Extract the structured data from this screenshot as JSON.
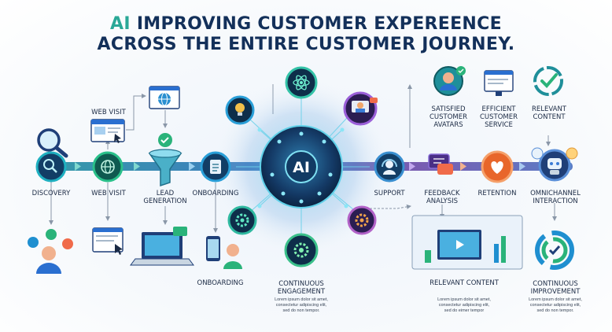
{
  "title": {
    "line1_ai": "AI",
    "line1_rest": " IMPROVING CUSTOMER EXPEREENCE",
    "line2": "ACROSS THE ENTIRE CUSTOMER JOURNEY."
  },
  "hub": {
    "label": "AI"
  },
  "labels": {
    "discovery": "DISCOVERY",
    "web_visit_top": "WEB VISIT",
    "web_visit": "WEB VISIT",
    "lead_generation_1": "LEAD",
    "lead_generation_2": "GENERATION",
    "onboarding": "ONBOARDING",
    "onboarding_bottom": "ONBOARDING",
    "continuous_engagement_1": "CONTINUOUS",
    "continuous_engagement_2": "ENGAGEMENT",
    "support": "SUPPORT",
    "feedback_analysis_1": "FEEDBACK",
    "feedback_analysis_2": "ANALYSIS",
    "retention": "RETENTION",
    "omnichannel_1": "OMNICHANNEL",
    "omnichannel_2": "INTERACTION",
    "satisfied_1": "SATISFIED",
    "satisfied_2": "CUSTOMER",
    "satisfied_3": "AVATARS",
    "efficient_1": "EFFICIENT",
    "efficient_2": "CUSTOMER",
    "efficient_3": "SERVICE",
    "relevant_top_1": "RELEVANT",
    "relevant_top_2": "CONTENT",
    "relevant_content": "RELEVANT CONTENT",
    "continuous_improvement_1": "CONTINUOUS",
    "continuous_improvement_2": "IMPROVEMENT"
  },
  "lorem": {
    "a1": "Lorem ipsum dolor sit amet,",
    "a2": "consectetur adipiscing elit,",
    "a3": "sed do non tempor.",
    "b1": "Lorem ipsum dolor sit amet,",
    "b2": "consectetur adipiscing elit,",
    "b3": "sed do eimer tempor",
    "c1": "Lorem ipsum dolor sit amet,",
    "c2": "consectetur adipiscing elit,",
    "c3": "sed do non tempor."
  },
  "colors": {
    "title": "#13305a",
    "accent": "#2aa897",
    "hub_dark": "#0f2a4a",
    "teal_node": "#0f7d74",
    "purple": "#6a3fa0",
    "orange": "#e8662a"
  }
}
